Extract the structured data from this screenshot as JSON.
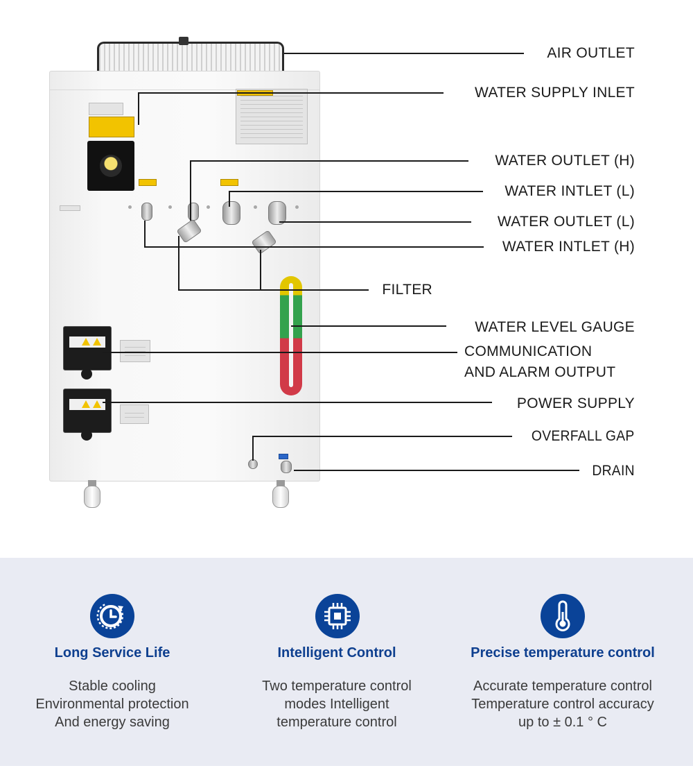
{
  "callouts": [
    {
      "id": "air-outlet",
      "label": "AIR OUTLET"
    },
    {
      "id": "water-supply-inlet",
      "label": "WATER SUPPLY INLET"
    },
    {
      "id": "water-outlet-h",
      "label": "WATER OUTLET (H)"
    },
    {
      "id": "water-intlet-l",
      "label": "WATER INTLET (L)"
    },
    {
      "id": "water-outlet-l",
      "label": "WATER OUTLET (L)"
    },
    {
      "id": "water-intlet-h",
      "label": "WATER INTLET (H)"
    },
    {
      "id": "filter",
      "label": "FILTER"
    },
    {
      "id": "water-level-gauge",
      "label": "WATER LEVEL GAUGE"
    },
    {
      "id": "communication",
      "label_line1": "COMMUNICATION",
      "label_line2": "AND ALARM OUTPUT"
    },
    {
      "id": "power-supply",
      "label": "POWER SUPPLY"
    },
    {
      "id": "overfall-gap",
      "label": "OVERFALL GAP"
    },
    {
      "id": "drain",
      "label": "DRAIN"
    }
  ],
  "features": [
    {
      "icon": "clock-cycle-icon",
      "title": "Long Service Life",
      "lines": [
        "Stable cooling",
        "Environmental protection",
        "And energy saving"
      ]
    },
    {
      "icon": "chip-icon",
      "title": "Intelligent Control",
      "lines": [
        "Two temperature control",
        "modes Intelligent",
        "temperature control"
      ]
    },
    {
      "icon": "thermometer-icon",
      "title": "Precise temperature control",
      "lines": [
        "Accurate temperature control",
        "Temperature control accuracy",
        "up to ± 0.1 ° C"
      ]
    }
  ],
  "colors": {
    "accent_blue": "#0a4398",
    "title_blue": "#0e3f8f",
    "band_background": "#e9ebf3",
    "gauge_yellow": "#e2c600",
    "gauge_green": "#33a24d",
    "gauge_red": "#d13a48"
  }
}
